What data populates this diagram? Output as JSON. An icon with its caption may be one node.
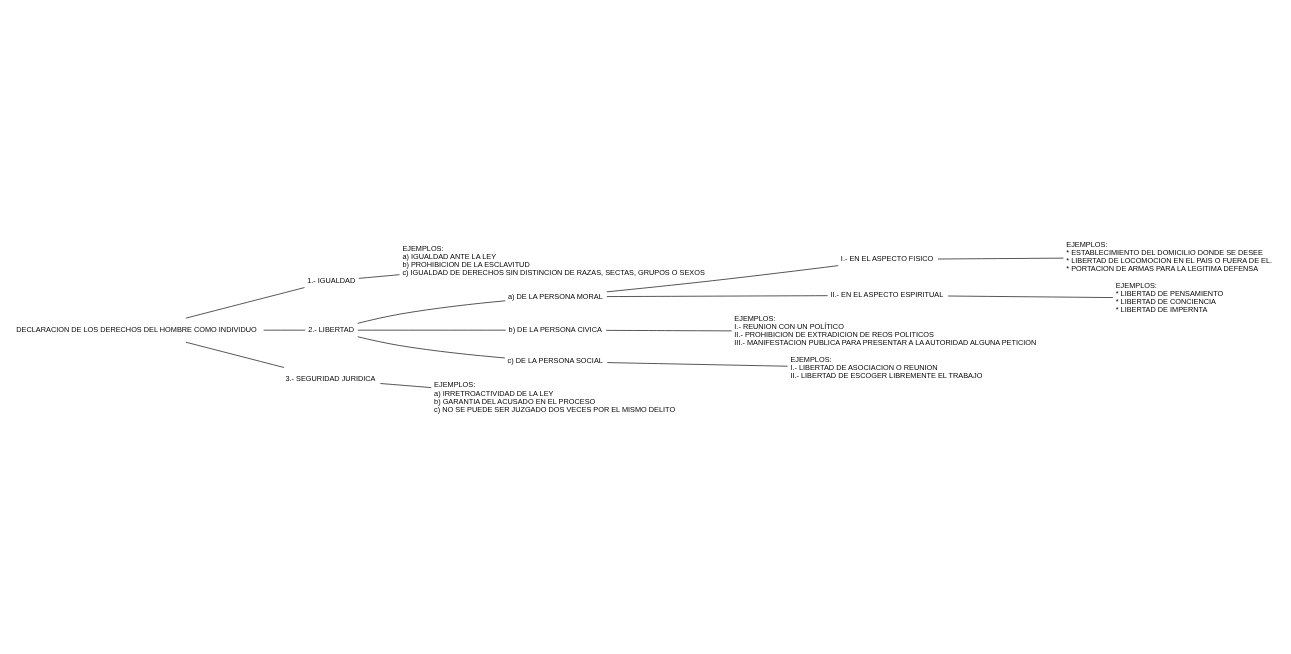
{
  "diagram": {
    "nodes": [
      {
        "text": [
          "DECLARACION DE LOS DERECHOS DEL HOMBRE COMO INDIVIDUO"
        ]
      },
      {
        "text": [
          "1.- IGUALDAD"
        ]
      },
      {
        "text": [
          "EJEMPLOS:",
          "a) IGUALDAD ANTE LA LEY",
          "b) PROHIBICION DE LA ESCLAVITUD",
          "c) IGUALDAD DE DERECHOS SIN DISTINCION DE RAZAS, SECTAS, GRUPOS O SEXOS"
        ]
      },
      {
        "text": [
          "2.- LIBERTAD"
        ]
      },
      {
        "text": [
          "a) DE LA PERSONA MORAL"
        ]
      },
      {
        "text": [
          "I.- EN EL ASPECTO FISICO"
        ]
      },
      {
        "text": [
          "EJEMPLOS:",
          "* ESTABLECIMIENTO DEL DOMICILIO DONDE SE DESEE",
          "* LIBERTAD DE LOCOMOCION EN EL PAIS O FUERA DE EL.",
          "* PORTACION DE ARMAS PARA LA LEGITIMA DEFENSA"
        ]
      },
      {
        "text": [
          "II.- EN EL ASPECTO ESPIRITUAL"
        ]
      },
      {
        "text": [
          "EJEMPLOS:",
          "* LIBERTAD DE PENSAMIENTO",
          "* LIBERTAD DE CONCIENCIA",
          "* LIBERTAD DE IMPERNTA"
        ]
      },
      {
        "text": [
          "b) DE LA PERSONA CIVICA"
        ]
      },
      {
        "text": [
          "EJEMPLOS:",
          "I.- REUNION CON UN POLÍTICO",
          "II.- PROHIBICION DE EXTRADICION DE REOS POLITICOS",
          "III.- MANIFESTACION PUBLICA PARA PRESENTAR A LA AUTORIDAD ALGUNA PETICION"
        ]
      },
      {
        "text": [
          "c) DE LA PERSONA SOCIAL"
        ]
      },
      {
        "text": [
          "EJEMPLOS:",
          "I.- LIBERTAD DE ASOCIACION O REUNION",
          "II.- LIBERTAD DE ESCOGER LIBREMENTE EL TRABAJO"
        ]
      },
      {
        "text": [
          "3.- SEGURIDAD JURIDICA"
        ]
      },
      {
        "text": [
          "EJEMPLOS:",
          "a) IRRETROACTIVIDAD DE LA LEY",
          "b) GARANTIA DEL ACUSADO EN EL PROCESO",
          "c) NO SE PUEDE SER JUZGADO DOS VECES POR EL MISMO DELITO"
        ]
      }
    ],
    "edges": [
      {
        "from": 0,
        "to": 1,
        "arrow": "none"
      },
      {
        "from": 0,
        "to": 3,
        "arrow": "none"
      },
      {
        "from": 0,
        "to": 13,
        "arrow": "none"
      },
      {
        "from": 1,
        "to": 2,
        "arrow": "none"
      },
      {
        "from": 3,
        "to": 4,
        "arrow": "none"
      },
      {
        "from": 3,
        "to": 9,
        "arrow": "none"
      },
      {
        "from": 3,
        "to": 11,
        "arrow": "none"
      },
      {
        "from": 4,
        "to": 5,
        "arrow": "none"
      },
      {
        "from": 4,
        "to": 7,
        "arrow": "none"
      },
      {
        "from": 5,
        "to": 6,
        "arrow": "none"
      },
      {
        "from": 7,
        "to": 8,
        "arrow": "none"
      },
      {
        "from": 9,
        "to": 10,
        "arrow": "none"
      },
      {
        "from": 11,
        "to": 12,
        "arrow": "none"
      },
      {
        "from": 13,
        "to": 14,
        "arrow": "none"
      }
    ]
  }
}
